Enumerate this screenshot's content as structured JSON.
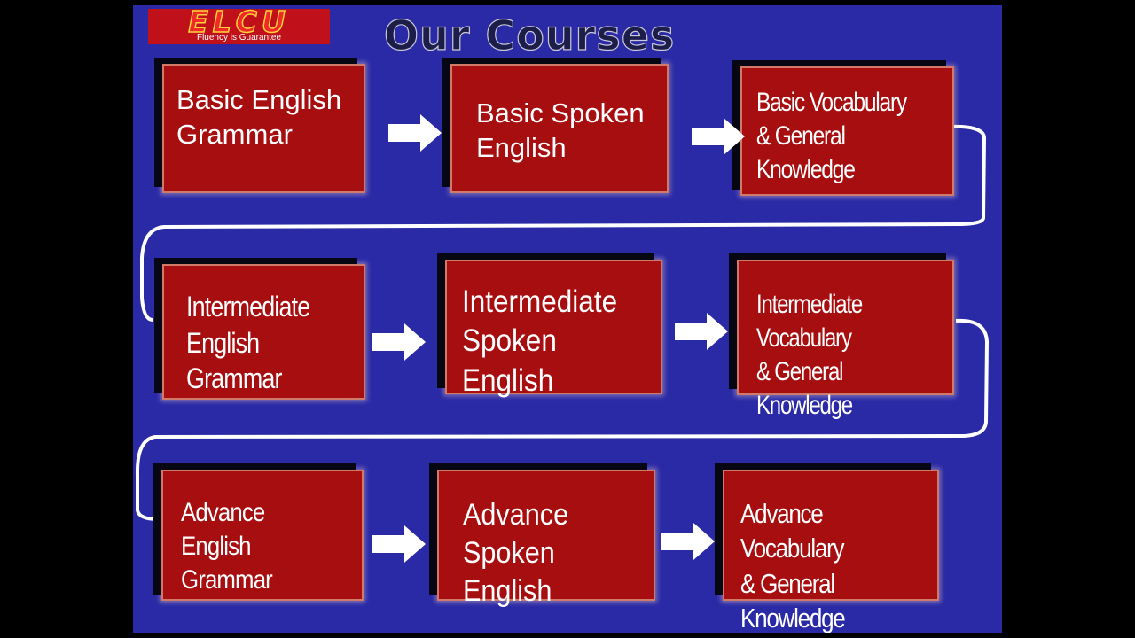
{
  "logo": {
    "text": "ELCU",
    "tagline": "Fluency is Guarantee"
  },
  "title": "Our Courses",
  "colors": {
    "background": "#2a2aa6",
    "box_fill": "#a70e10",
    "arrow": "#ffffff",
    "logo_red": "#c0101a"
  },
  "courses": [
    {
      "label": "Basic English\n      Grammar"
    },
    {
      "label": "Basic Spoken\n   English"
    },
    {
      "label": "Basic  Vocabulary\n& General Knowledge"
    },
    {
      "label": "Intermediate\nEnglish Grammar"
    },
    {
      "label": "Intermediate\nSpoken English"
    },
    {
      "label": "Intermediate Vocabulary\n& General   Knowledge"
    },
    {
      "label": "Advance English\n   Grammar"
    },
    {
      "label": "Advance\nSpoken English"
    },
    {
      "label": "Advance Vocabulary\n& General Knowledge"
    }
  ],
  "arrow_icon": "right-arrow-icon"
}
